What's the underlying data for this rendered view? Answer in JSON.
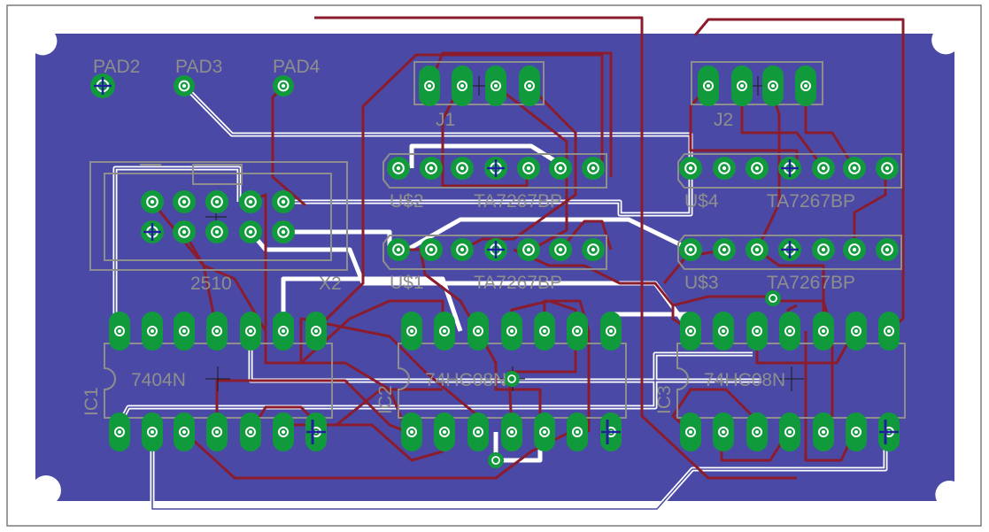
{
  "colors": {
    "background": "#ffffff",
    "border": "#7a7a7a",
    "board": "#4a4aa6",
    "copper_top": "#8a1c2e",
    "copper_bottom": "#ffffff",
    "pad": "#109a3c",
    "drill": "#ffffff",
    "silkscreen": "#8e8e8e",
    "via_mark": "#1f1fa0"
  },
  "labels": {
    "pad2": "PAD2",
    "pad3": "PAD3",
    "pad4": "PAD4",
    "j1": "J1",
    "j2": "J2",
    "us2": "U$2",
    "us2_value": "TA7267BP",
    "us4": "U$4",
    "us4_value": "TA7267BP",
    "us1": "U$1",
    "us1_value": "TA7267BP",
    "us3": "U$3",
    "us3_value": "TA7267BP",
    "x2_value": "2510",
    "x2": "X2",
    "ic1": "IC1",
    "ic1_value": "7404N",
    "ic2": "IC2",
    "ic2_value": "74HC08N",
    "ic3": "IC3",
    "ic3_value": "74HC08N"
  }
}
